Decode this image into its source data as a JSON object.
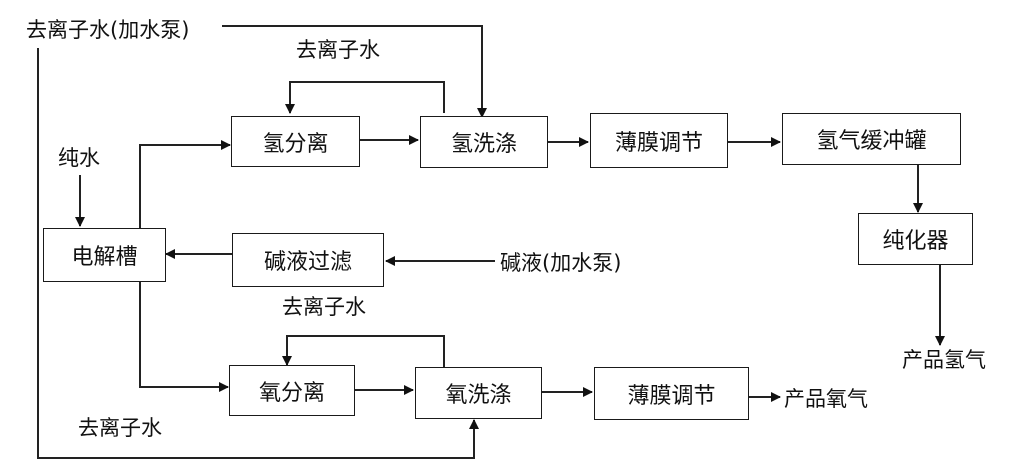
{
  "boxes": {
    "h_separator": "氢分离",
    "h_wash": "氢洗涤",
    "h_membrane": "薄膜调节",
    "h_buffer": "氢气缓冲罐",
    "purifier": "纯化器",
    "electrolyzer": "电解槽",
    "lye_filter": "碱液过滤",
    "o_separator": "氧分离",
    "o_wash": "氧洗涤",
    "o_membrane": "薄膜调节"
  },
  "labels": {
    "deionized_pump": "去离子水(加水泵)",
    "deionized_top": "去离子水",
    "pure_water": "纯水",
    "lye_pump": "碱液(加水泵)",
    "deionized_mid": "去离子水",
    "deionized_bottom": "去离子水",
    "product_h2": "产品氢气",
    "product_o2": "产品氧气"
  }
}
